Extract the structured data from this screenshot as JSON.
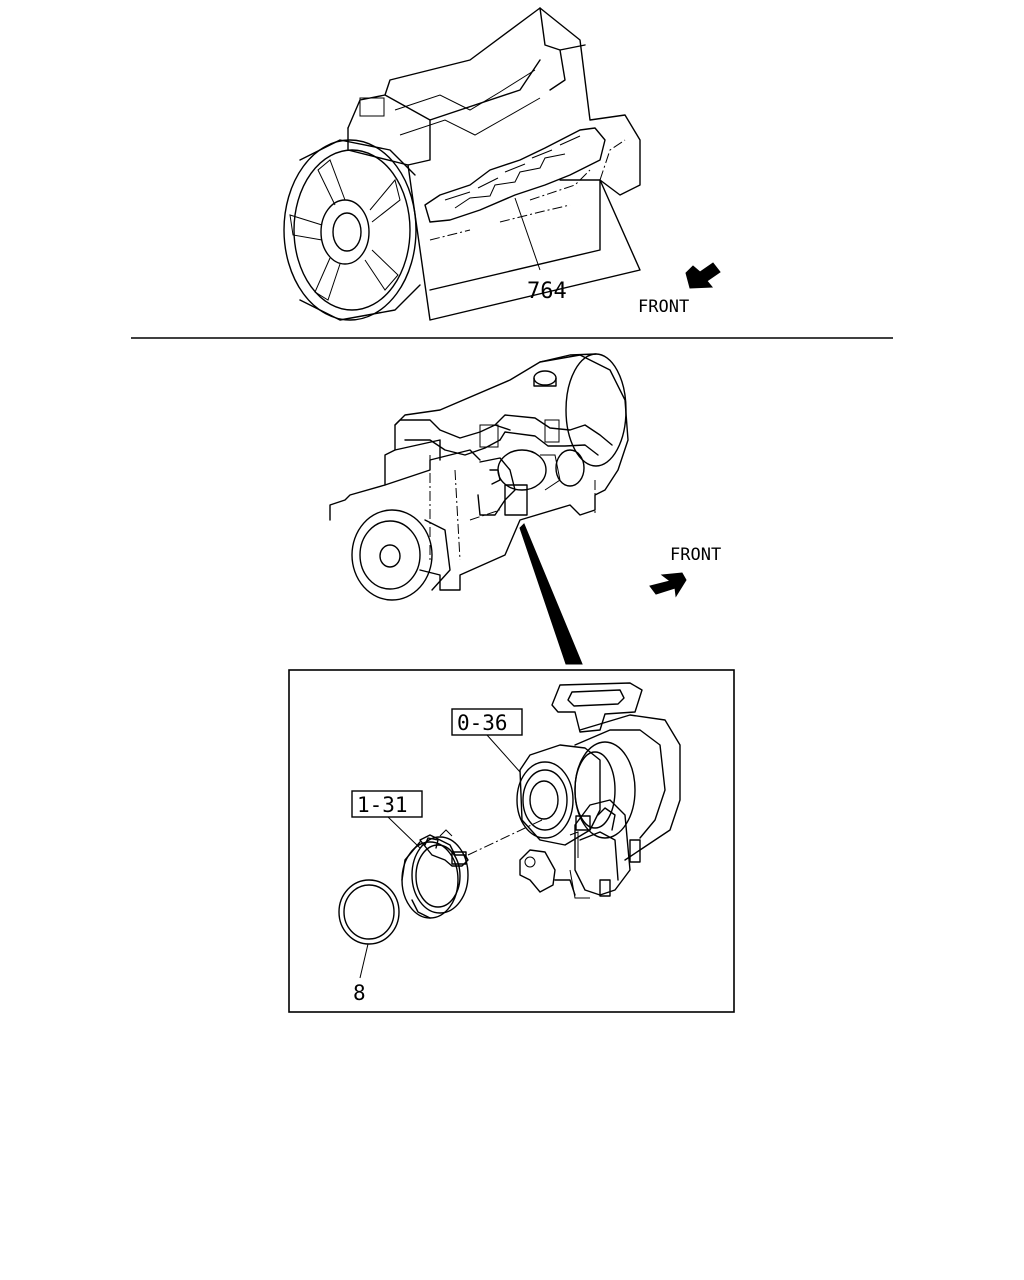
{
  "diagram": {
    "top_view": {
      "part_label": "764",
      "direction_label": "FRONT"
    },
    "middle_view": {
      "direction_label": "FRONT"
    },
    "detail": {
      "part_labels": {
        "turbocharger": "0-36",
        "clamp": "1-31",
        "gasket": "8"
      }
    }
  }
}
